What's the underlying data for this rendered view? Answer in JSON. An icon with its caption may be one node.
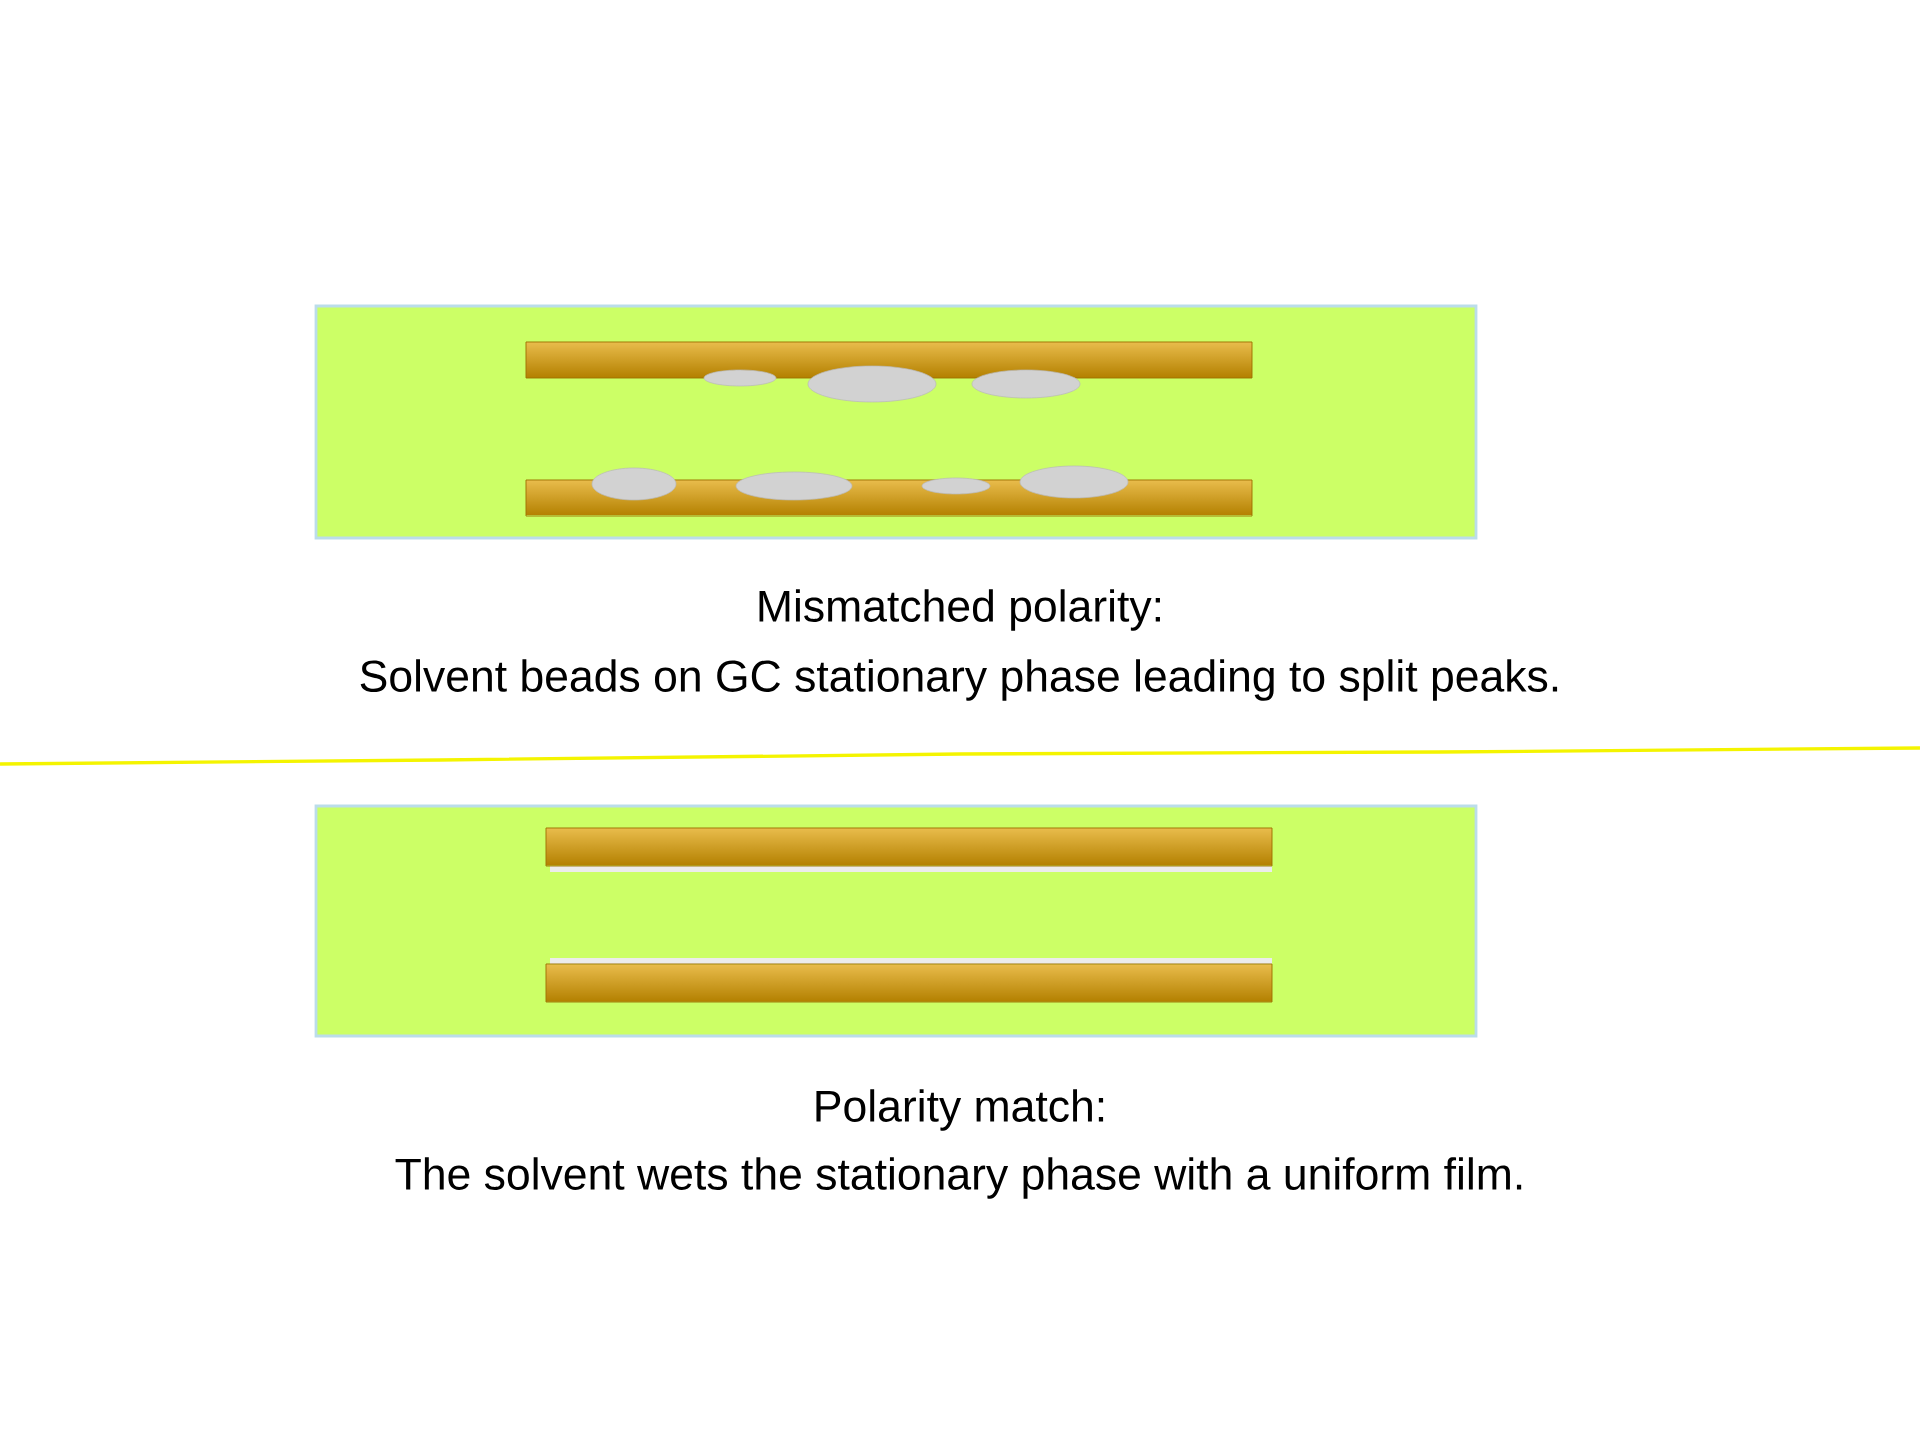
{
  "diagram": {
    "labels": [
      "Mismatched polarity:",
      "Solvent beads on GC stationary phase leading to split peaks.",
      "Polarity match:",
      "The solvent wets the stationary phase with a uniform film."
    ]
  }
}
